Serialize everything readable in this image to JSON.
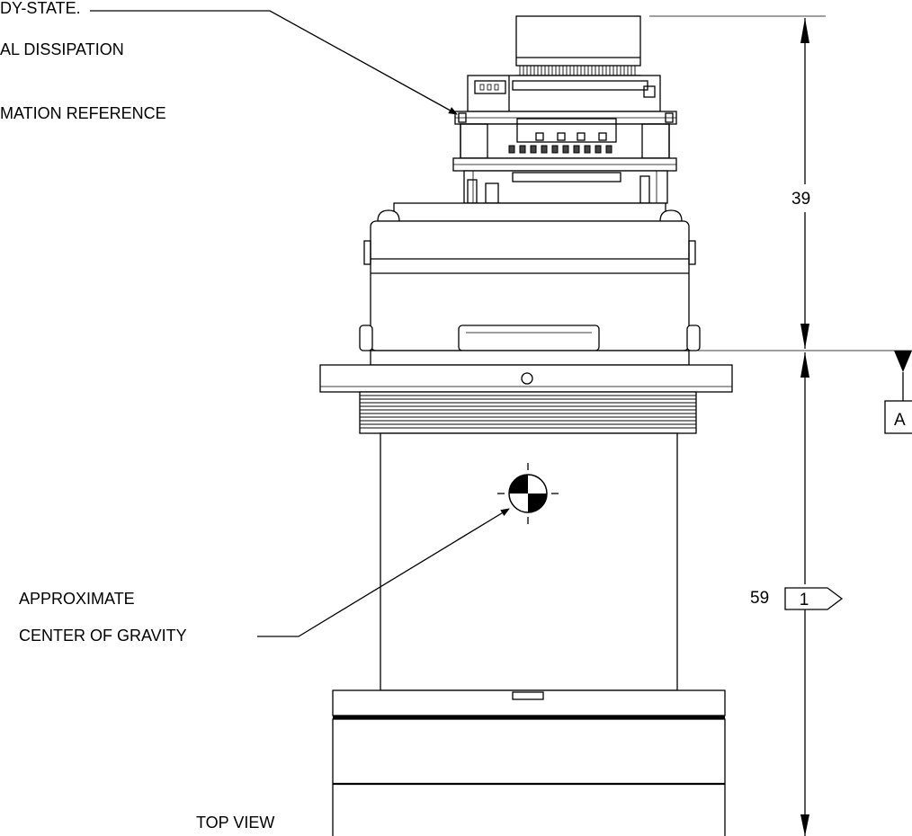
{
  "notes": {
    "line1": "DY-STATE.",
    "line2": "AL DISSIPATION",
    "line3": "MATION REFERENCE",
    "cog_line1": "APPROXIMATE",
    "cog_line2": "CENTER OF GRAVITY",
    "view_label": "TOP VIEW"
  },
  "dimensions": {
    "upper": "39",
    "lower": "59",
    "note_flag": "1",
    "datum": "A"
  }
}
